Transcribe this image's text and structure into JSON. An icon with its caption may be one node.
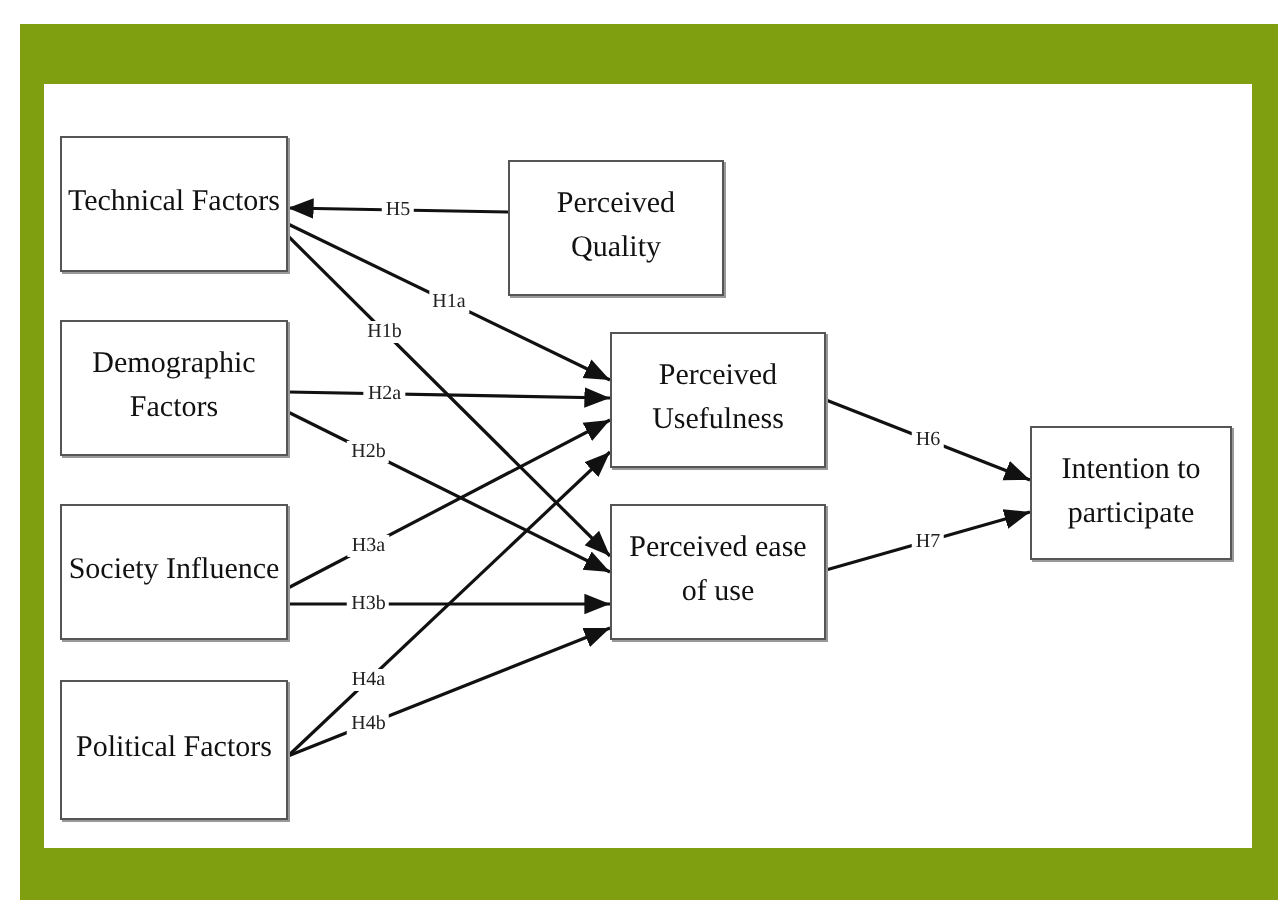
{
  "diagram": {
    "nodes": [
      {
        "text": [
          "Technical Factors"
        ]
      },
      {
        "text": [
          "Perceived Quality"
        ]
      },
      {
        "text": [
          "Demographic Factors"
        ]
      },
      {
        "text": [
          "Perceived Usefulness"
        ]
      },
      {
        "text": [
          "Society Influence"
        ]
      },
      {
        "text": [
          "Perceived ease of use"
        ]
      },
      {
        "text": [
          "Intention to participate"
        ]
      },
      {
        "text": [
          "Political Factors"
        ]
      }
    ],
    "edges": [
      {
        "from": 1,
        "to": 0,
        "arrow": "to",
        "label": "H5"
      },
      {
        "from": 0,
        "to": 3,
        "arrow": "to",
        "label": "H1a"
      },
      {
        "from": 0,
        "to": 5,
        "arrow": "to",
        "label": "H1b"
      },
      {
        "from": 2,
        "to": 3,
        "arrow": "to",
        "label": "H2a"
      },
      {
        "from": 2,
        "to": 5,
        "arrow": "to",
        "label": "H2b"
      },
      {
        "from": 4,
        "to": 3,
        "arrow": "to",
        "label": "H3a"
      },
      {
        "from": 4,
        "to": 5,
        "arrow": "to",
        "label": "H3b"
      },
      {
        "from": 7,
        "to": 3,
        "arrow": "to",
        "label": "H4a"
      },
      {
        "from": 7,
        "to": 5,
        "arrow": "to",
        "label": "H4b"
      },
      {
        "from": 3,
        "to": 6,
        "arrow": "to",
        "label": "H6"
      },
      {
        "from": 5,
        "to": 6,
        "arrow": "to",
        "label": "H7"
      }
    ]
  }
}
